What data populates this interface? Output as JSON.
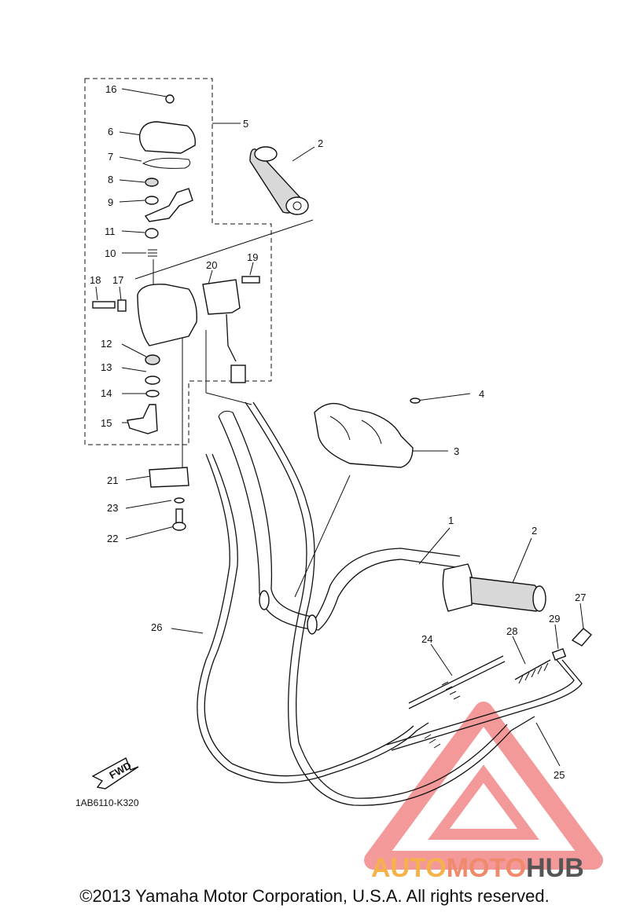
{
  "diagram": {
    "part_numbers": [
      "1",
      "2",
      "2",
      "3",
      "4",
      "5",
      "6",
      "7",
      "8",
      "9",
      "10",
      "11",
      "12",
      "13",
      "14",
      "15",
      "16",
      "17",
      "18",
      "19",
      "20",
      "21",
      "22",
      "23",
      "24",
      "25",
      "26",
      "27",
      "28",
      "29"
    ],
    "reference_code": "1AB6110-K320",
    "fwd_label": "FWD",
    "copyright": "©2013 Yamaha Motor Corporation, U.S.A. All rights reserved."
  },
  "watermark": {
    "brand_parts": [
      "AUTO",
      "MOTO",
      "HUB"
    ],
    "colors": {
      "auto": "#f6b24a",
      "moto": "#f08a6c",
      "hub": "#555555",
      "triangle": "#f07878"
    }
  }
}
